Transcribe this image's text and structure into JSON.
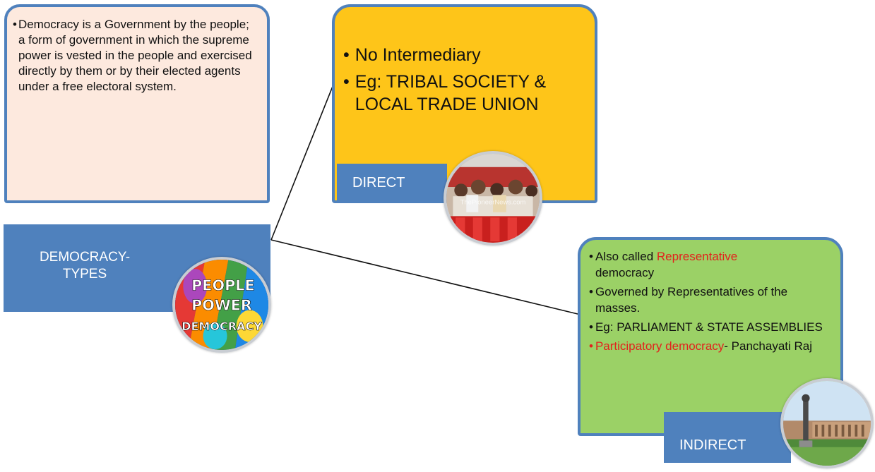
{
  "definition": {
    "bullet": "•",
    "text": "Democracy is a Government by the people; a form of government in which the supreme power is vested in the people and exercised directly by them or by their elected agents under a free electoral system."
  },
  "central": {
    "label_line1": "DEMOCRACY-",
    "label_line2": "TYPES",
    "image_logo_text": [
      "PEOPLE",
      "POWER",
      "DEMOCRACY"
    ]
  },
  "direct": {
    "label": "DIRECT",
    "bullets": [
      "No Intermediary",
      "Eg: TRIBAL SOCIETY & LOCAL TRADE UNION"
    ],
    "image_watermark": "ThePioneerNews.com"
  },
  "indirect": {
    "label": "INDIRECT",
    "bullet1_prefix": "Also called ",
    "bullet1_highlight": "Representative",
    "bullet1_suffix": "democracy",
    "bullet2": "Governed by Representatives of the masses.",
    "bullet3": "Eg: PARLIAMENT & STATE ASSEMBLIES",
    "bullet4_highlight": "Participatory democracy",
    "bullet4_suffix": "- Panchayati Raj"
  },
  "colors": {
    "definition_fill": "#fde9de",
    "direct_fill": "#fec519",
    "indirect_fill": "#9bd166",
    "label_blue": "#4f81bd",
    "highlight_red": "#e3211c"
  }
}
